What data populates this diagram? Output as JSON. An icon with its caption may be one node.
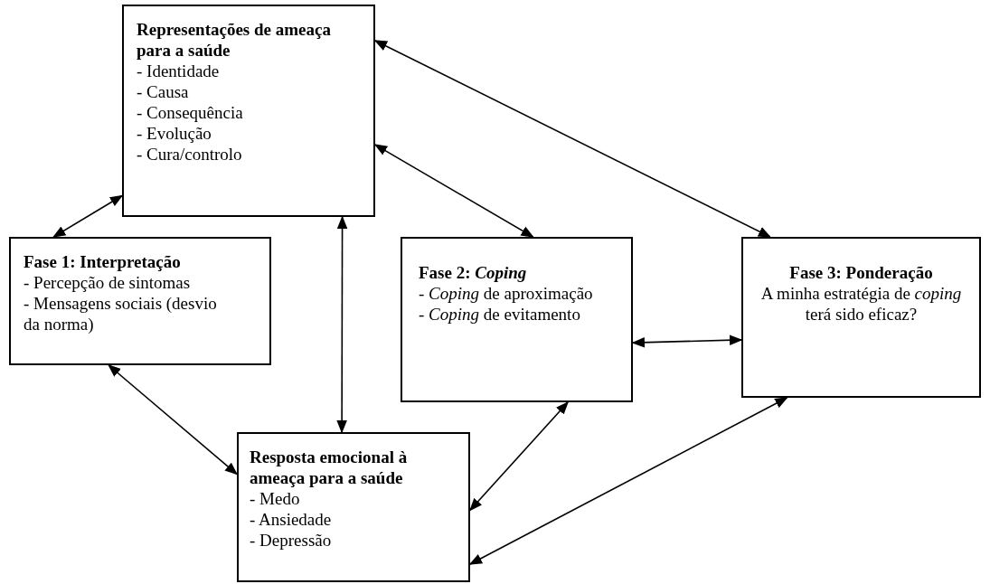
{
  "diagram": {
    "nodes": [
      {
        "text": [
          "Representações de ameaça para a saúde",
          "- Identidade",
          "- Causa",
          "- Consequência",
          "- Evolução",
          "- Cura/controlo"
        ]
      },
      {
        "text": [
          "Fase 1: Interpretação",
          "- Percepção de sintomas",
          "- Mensagens sociais (desvio da norma)"
        ]
      },
      {
        "text": [
          "Fase 2: *Coping*",
          "- *Coping* de aproximação",
          "- *Coping* de evitamento"
        ]
      },
      {
        "text": [
          "Fase 3: Ponderação",
          "A minha estratégia de *coping* terá sido eficaz?"
        ]
      },
      {
        "text": [
          "Resposta emocional à ameaça para a saúde",
          "- Medo",
          "- Ansiedade",
          "- Depressão"
        ]
      }
    ],
    "edges": [
      {
        "from": 0,
        "to": 1,
        "arrow": "both"
      },
      {
        "from": 0,
        "to": 3,
        "arrow": "both"
      },
      {
        "from": 0,
        "to": 2,
        "arrow": "both"
      },
      {
        "from": 0,
        "to": 4,
        "arrow": "both"
      },
      {
        "from": 2,
        "to": 3,
        "arrow": "both"
      },
      {
        "from": 1,
        "to": 4,
        "arrow": "both"
      },
      {
        "from": 2,
        "to": 4,
        "arrow": "both"
      },
      {
        "from": 3,
        "to": 4,
        "arrow": "both"
      }
    ]
  }
}
